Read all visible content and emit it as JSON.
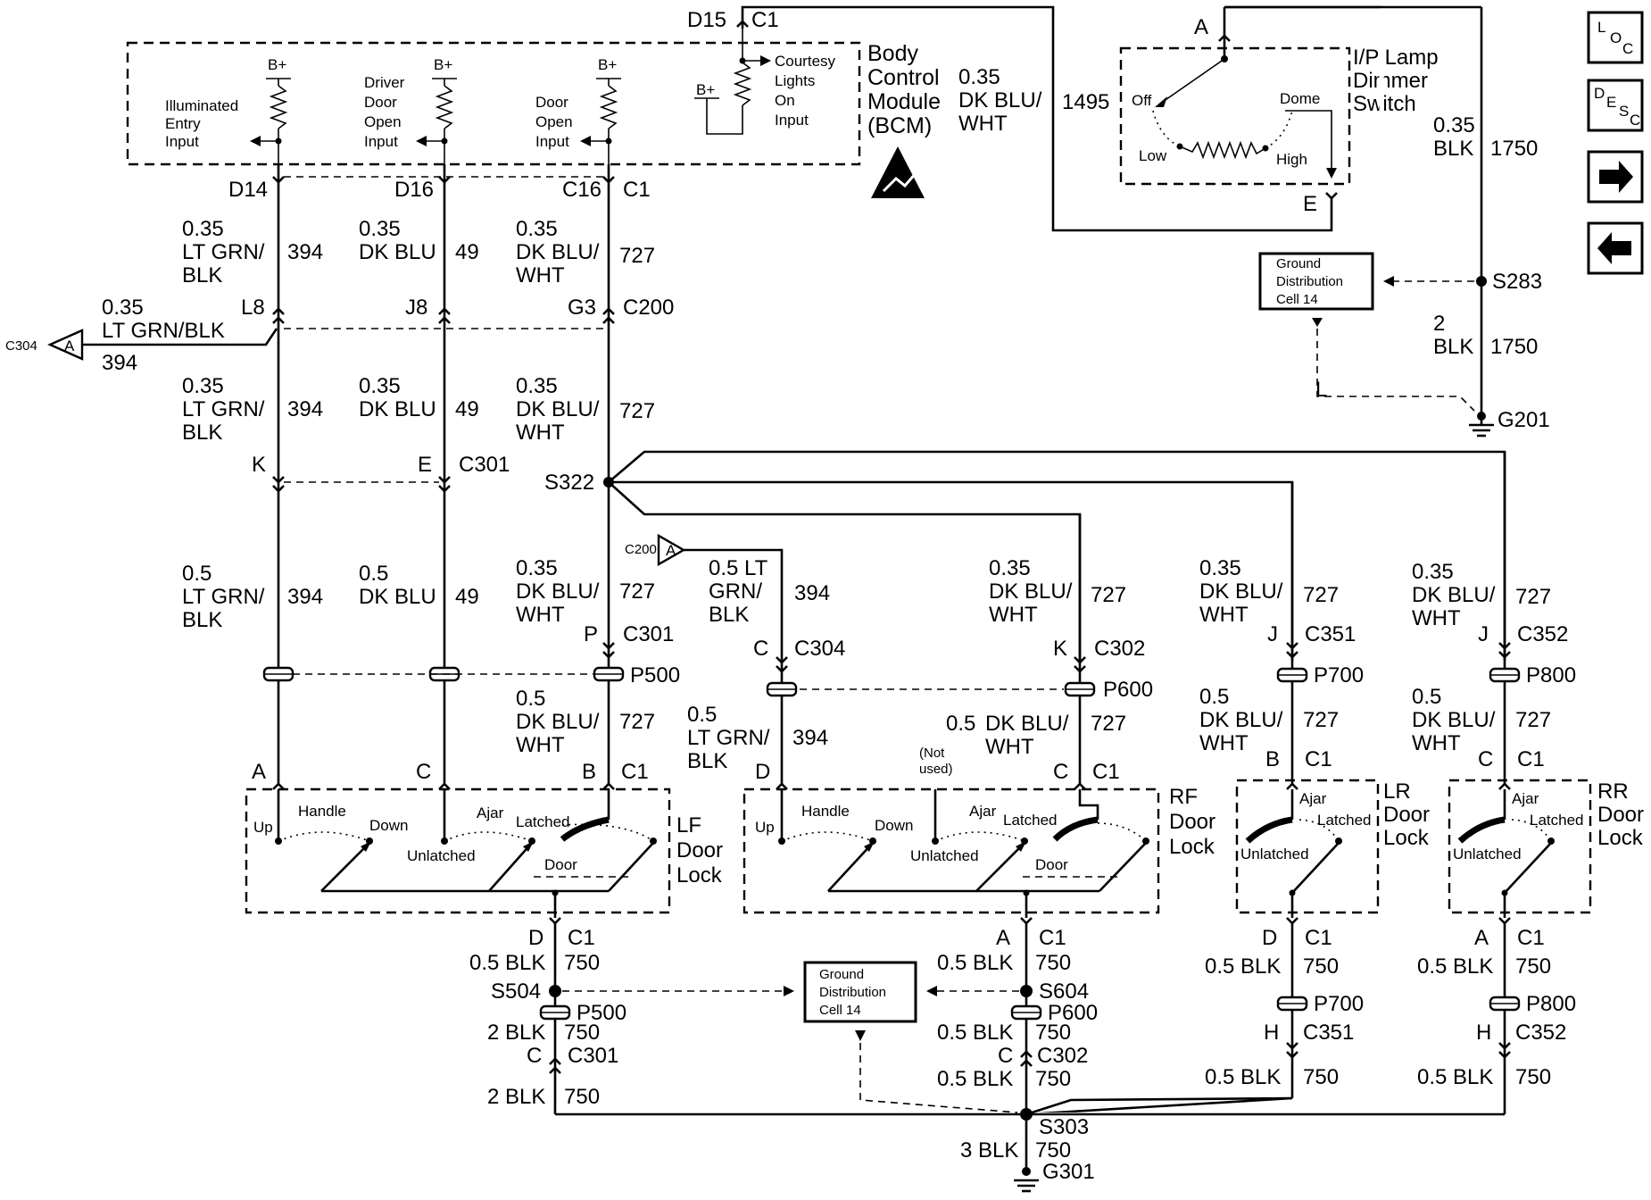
{
  "bcm": {
    "title_lines": [
      "Body",
      "Control",
      "Module",
      "(BCM)"
    ],
    "b_plus": "B+",
    "inputs": {
      "illuminated_entry": [
        "Illuminated",
        "Entry",
        "Input"
      ],
      "driver_door_open": [
        "Driver",
        "Door",
        "Open",
        "Input"
      ],
      "door_open": [
        "Door",
        "Open",
        "Input"
      ],
      "courtesy_lights": [
        "Courtesy",
        "Lights",
        "On",
        "Input"
      ]
    },
    "d15": "D15",
    "c1": "C1",
    "wire_output": {
      "gauge": "0.35",
      "color1": "DK BLU/",
      "color2": "WHT",
      "circuit": "1495"
    }
  },
  "dimmer": {
    "title_lines": [
      "I/P Lamp",
      "Dimmer",
      "Switch"
    ],
    "pin_a": "A",
    "pin_e": "E",
    "off": "Off",
    "dome": "Dome",
    "low": "Low",
    "high": "High",
    "wire_out": {
      "gauge": "0.35",
      "color": "BLK",
      "circuit": "1750"
    }
  },
  "ground_cell_top": [
    "Ground",
    "Distribution",
    "Cell 14"
  ],
  "ground_cell_bottom": [
    "Ground",
    "Distribution",
    "Cell 14"
  ],
  "splices": {
    "s283": "S283",
    "s322": "S322",
    "s504": "S504",
    "s604": "S604",
    "s303": "S303",
    "g201": "G201",
    "g301": "G301"
  },
  "ground_wire_top": {
    "gauge": "2",
    "color": "BLK",
    "circuit": "1750",
    "l": "L"
  },
  "c304_arrow": {
    "conn": "C304",
    "letter": "A",
    "gauge": "0.35",
    "color": "LT GRN/BLK",
    "circuit": "394"
  },
  "c200_arrow": {
    "conn": "C200",
    "letter": "A"
  },
  "col1": {
    "pin_top": "D14",
    "seg1": {
      "gauge": "0.35",
      "color1": "LT GRN/",
      "color2": "BLK",
      "circuit": "394"
    },
    "pin_c200": "L8",
    "seg2": {
      "gauge": "0.35",
      "color1": "LT GRN/",
      "color2": "BLK",
      "circuit": "394"
    },
    "pin_c301": "K",
    "seg3": {
      "gauge": "0.5",
      "color1": "LT GRN/",
      "color2": "BLK",
      "circuit": "394"
    },
    "pin_lock": "A"
  },
  "col2": {
    "pin_top": "D16",
    "seg1": {
      "gauge": "0.35",
      "color1": "DK BLU",
      "circuit": "49"
    },
    "pin_c200": "J8",
    "seg2": {
      "gauge": "0.35",
      "color1": "DK BLU",
      "circuit": "49"
    },
    "pin_c301": "E",
    "c301": "C301",
    "seg3": {
      "gauge": "0.5",
      "color1": "DK BLU",
      "circuit": "49"
    },
    "pin_lock": "C"
  },
  "col3": {
    "pin_top": "C16",
    "c1": "C1",
    "seg1": {
      "gauge": "0.35",
      "color1": "DK BLU/",
      "color2": "WHT",
      "circuit": "727"
    },
    "pin_c200": "G3",
    "c200": "C200",
    "seg2": {
      "gauge": "0.35",
      "color1": "DK BLU/",
      "color2": "WHT",
      "circuit": "727"
    },
    "seg3": {
      "gauge": "0.35",
      "color1": "DK BLU/",
      "color2": "WHT",
      "circuit": "727"
    },
    "pin_p": "P",
    "c301": "C301",
    "p500": "P500",
    "seg4": {
      "gauge": "0.5",
      "color1": "DK BLU/",
      "color2": "WHT",
      "circuit": "727"
    },
    "pin_lock": "B",
    "c1_lock": "C1"
  },
  "rf_left": {
    "seg1": {
      "gauge": "0.5 LT",
      "color1": "GRN/",
      "color2": "BLK",
      "circuit": "394"
    },
    "pin_c": "C",
    "c304": "C304",
    "seg2": {
      "gauge": "0.5",
      "color1": "LT GRN/",
      "color2": "BLK",
      "circuit": "394"
    },
    "pin_lock": "D"
  },
  "rf_right": {
    "seg1": {
      "gauge": "0.35",
      "color1": "DK BLU/",
      "color2": "WHT",
      "circuit": "727"
    },
    "pin_k": "K",
    "c302": "C302",
    "p600": "P600",
    "seg2": {
      "gauge": "0.5",
      "color1": "DK BLU/",
      "color2": "WHT",
      "circuit": "727"
    },
    "pin_lock": "C",
    "c1": "C1",
    "not_used": [
      "(Not",
      "used)"
    ]
  },
  "lr": {
    "seg1": {
      "gauge": "0.35",
      "color1": "DK BLU/",
      "color2": "WHT",
      "circuit": "727"
    },
    "pin_j": "J",
    "c351": "C351",
    "p700": "P700",
    "seg2": {
      "gauge": "0.5",
      "color1": "DK BLU/",
      "color2": "WHT",
      "circuit": "727"
    },
    "pin_lock": "B",
    "c1": "C1",
    "title": [
      "LR",
      "Door",
      "Lock"
    ],
    "pin_d": "D",
    "c1_bot": "C1",
    "seg3": {
      "label": "0.5 BLK",
      "circuit": "750"
    },
    "p700_bot": "P700",
    "pin_h": "H",
    "c351_bot": "C351",
    "seg4": {
      "label": "0.5 BLK",
      "circuit": "750"
    }
  },
  "rr": {
    "seg1": {
      "gauge": "0.35",
      "color1": "DK BLU/",
      "color2": "WHT",
      "circuit": "727"
    },
    "pin_j": "J",
    "c352": "C352",
    "p800": "P800",
    "seg2": {
      "gauge": "0.5",
      "color1": "DK BLU/",
      "color2": "WHT",
      "circuit": "727"
    },
    "pin_lock": "C",
    "c1": "C1",
    "title": [
      "RR",
      "Door",
      "Lock"
    ],
    "pin_a": "A",
    "c1_bot": "C1",
    "seg3": {
      "label": "0.5 BLK",
      "circuit": "750"
    },
    "p800_bot": "P800",
    "pin_h": "H",
    "c352_bot": "C352",
    "seg4": {
      "label": "0.5 BLK",
      "circuit": "750"
    }
  },
  "lock_labels": {
    "up": "Up",
    "handle": "Handle",
    "down": "Down",
    "unlatched": "Unlatched",
    "ajar": "Ajar",
    "latched": "Latched",
    "door": "Door"
  },
  "lf_title": [
    "LF",
    "Door",
    "Lock"
  ],
  "rf_title": [
    "RF",
    "Door",
    "Lock"
  ],
  "lf_ground": {
    "pin_d": "D",
    "c1": "C1",
    "seg1": {
      "label": "0.5 BLK",
      "circuit": "750"
    },
    "p500": "P500",
    "seg2": {
      "label": "2 BLK",
      "circuit": "750"
    },
    "pin_c": "C",
    "c301": "C301",
    "seg3": {
      "label": "2 BLK",
      "circuit": "750"
    }
  },
  "rf_ground": {
    "pin_a": "A",
    "c1": "C1",
    "seg1": {
      "label": "0.5 BLK",
      "circuit": "750"
    },
    "p600": "P600",
    "seg2": {
      "label": "0.5 BLK",
      "circuit": "750"
    },
    "pin_c": "C",
    "c302": "C302",
    "seg3": {
      "label": "0.5 BLK",
      "circuit": "750"
    }
  },
  "main_ground": {
    "label": "3 BLK",
    "circuit": "750"
  },
  "nav": {
    "loc": [
      "L",
      "O",
      "C"
    ],
    "desc": [
      "D",
      "E",
      "S",
      "C"
    ]
  }
}
